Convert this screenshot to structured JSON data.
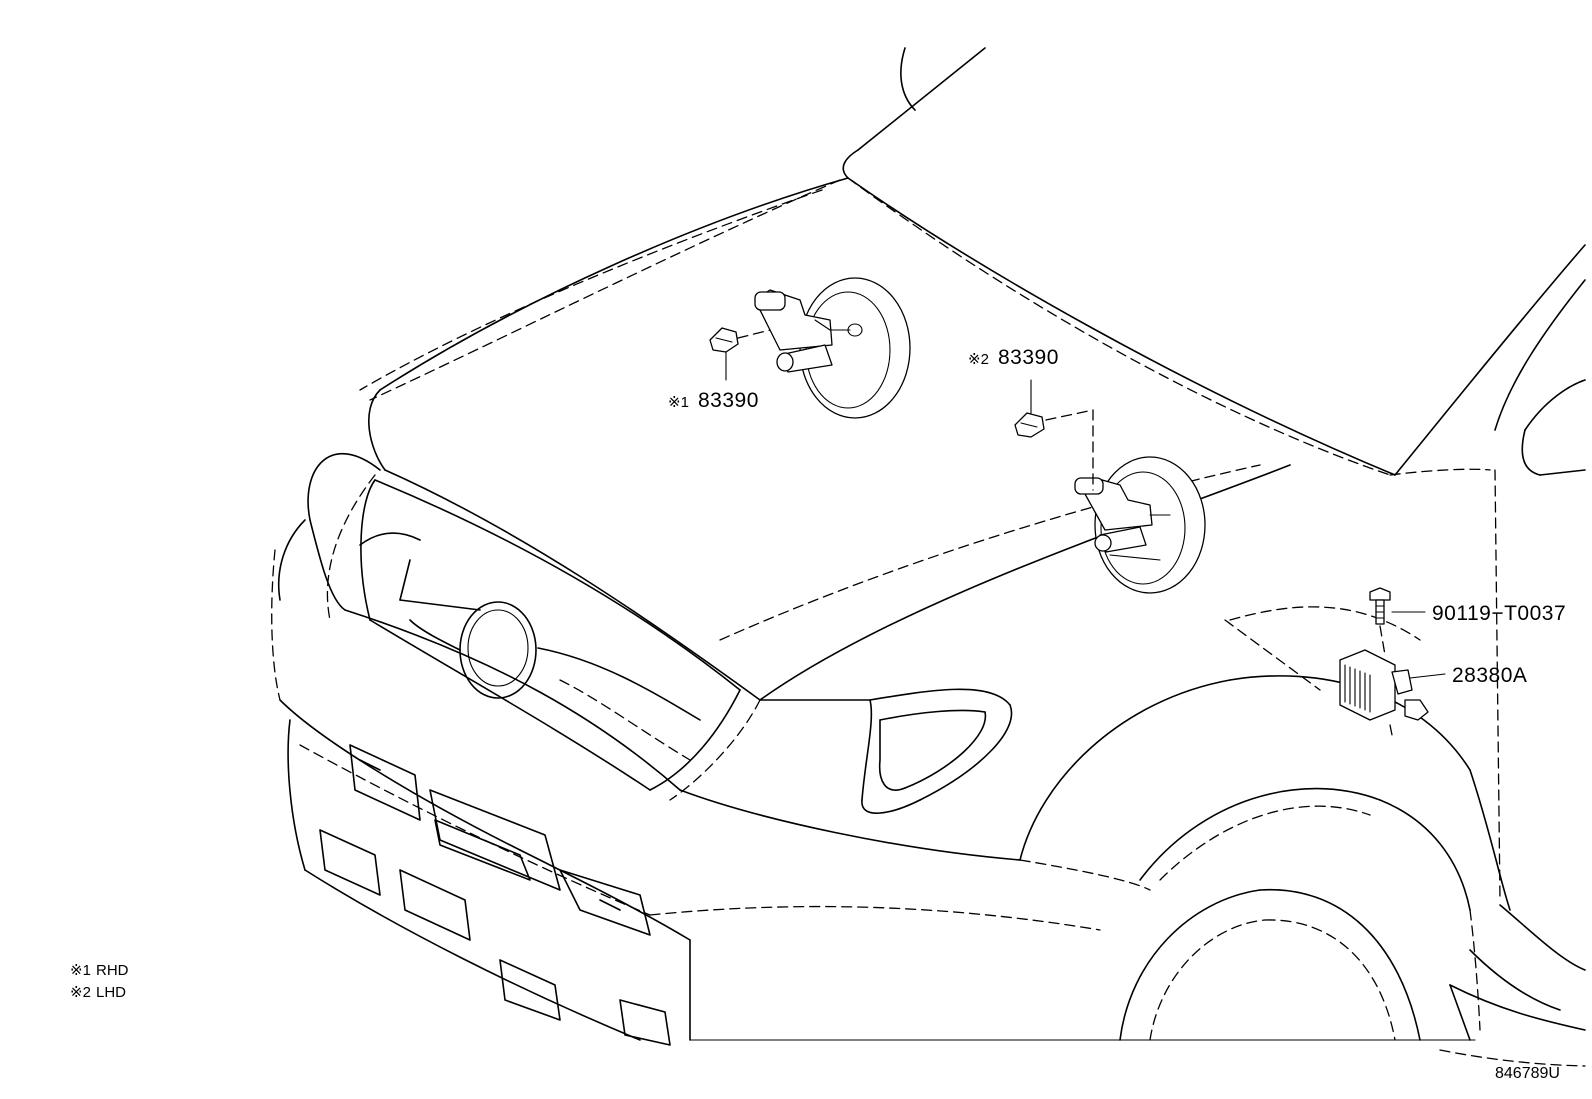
{
  "parts": {
    "sensor_rhd": {
      "marker": "※1",
      "number": "83390"
    },
    "sensor_lhd": {
      "marker": "※2",
      "number": "83390"
    },
    "bolt": {
      "number": "90119−T0037"
    },
    "module": {
      "number": "28380A"
    }
  },
  "notes": [
    {
      "marker": "※1",
      "text": "RHD"
    },
    {
      "marker": "※2",
      "text": "LHD"
    }
  ],
  "diagram_code": "846789U"
}
